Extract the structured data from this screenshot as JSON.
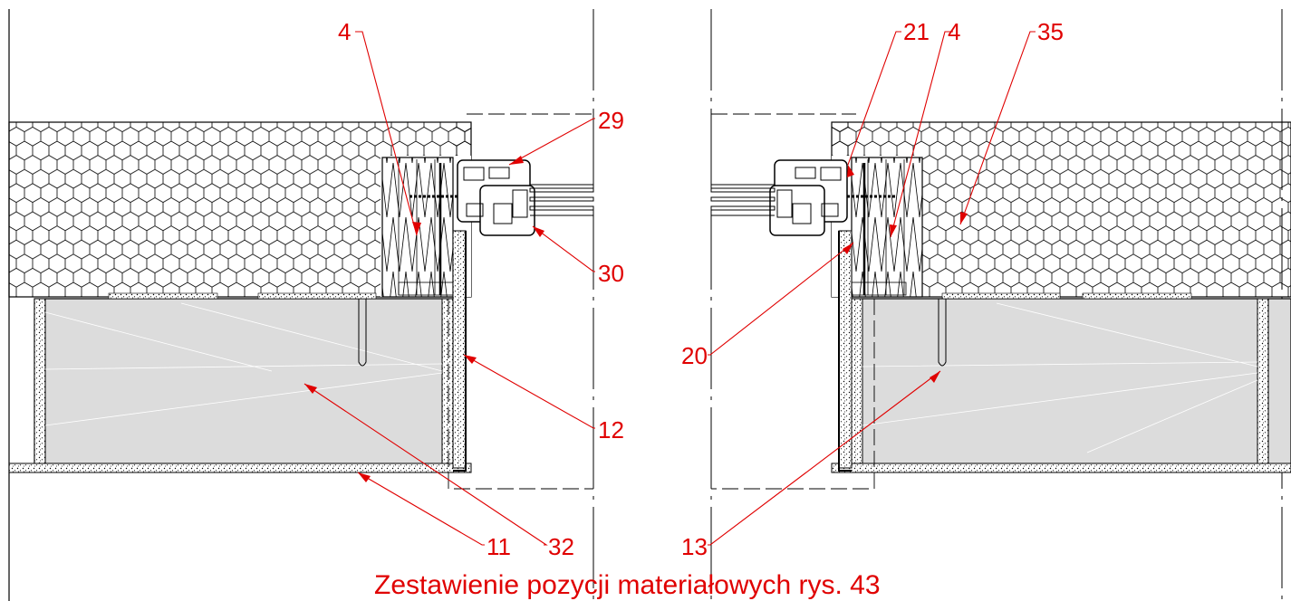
{
  "caption": "Zestawienie pozycji materiałowych rys. 43",
  "colors": {
    "annotation": "#e00000",
    "line": "#000000",
    "fill": "#dcdcdc"
  },
  "labels": {
    "left": {
      "l4": "4",
      "l29": "29",
      "l30": "30",
      "l12": "12",
      "l11": "11",
      "l32": "32"
    },
    "right": {
      "l21": "21",
      "l4": "4",
      "l35": "35",
      "l20": "20",
      "l13": "13"
    }
  }
}
